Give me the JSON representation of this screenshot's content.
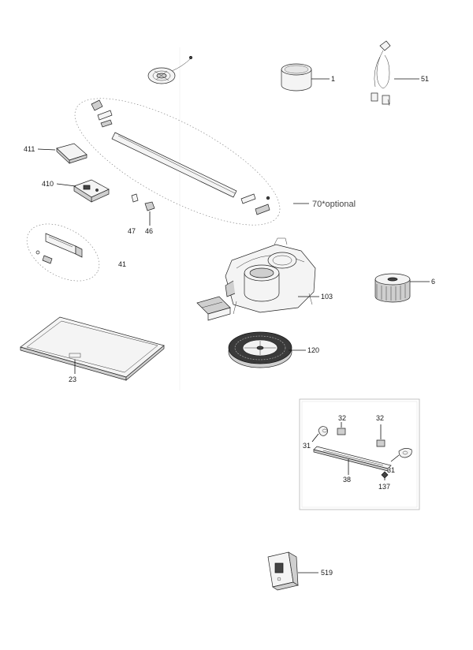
{
  "callouts": {
    "p1": "1",
    "p51": "51",
    "p411": "411",
    "p410": "410",
    "p70": "70",
    "p70_note": "*optional",
    "p47": "47",
    "p46": "46",
    "p41": "41",
    "p6": "6",
    "p103": "103",
    "p120": "120",
    "p23": "23",
    "p32a": "32",
    "p32b": "32",
    "p31a": "31",
    "p31b": "31",
    "p38": "38",
    "p137": "137",
    "p519": "519"
  }
}
